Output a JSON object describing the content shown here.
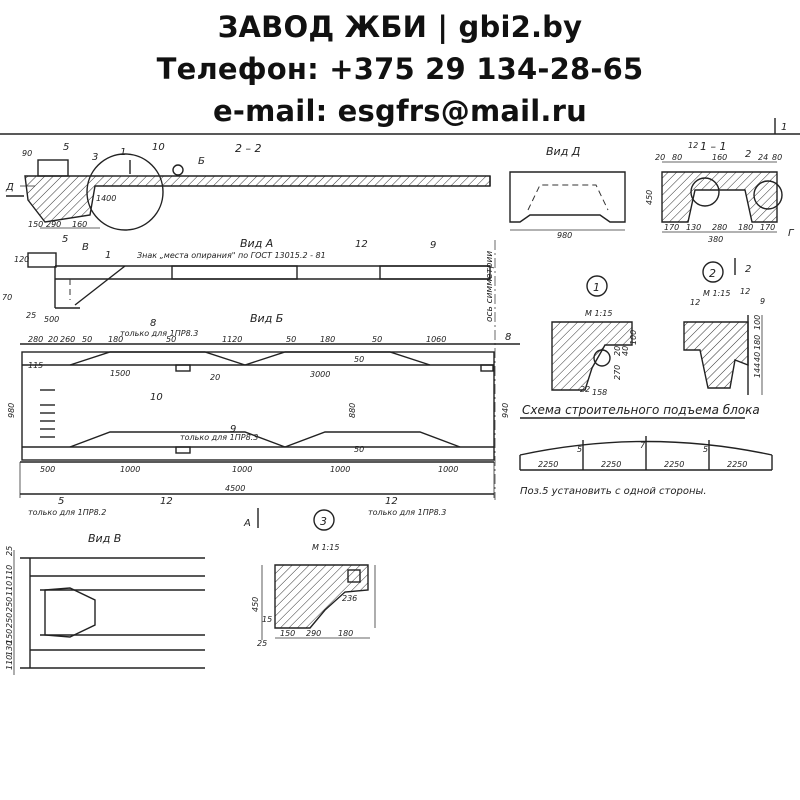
{
  "header": {
    "line1": "ЗАВОД ЖБИ | gbi2.by",
    "line2": "Телефон: +375 29 134-28-65",
    "line3": "e-mail: esgfrs@mail.ru"
  },
  "sheet_num": "1",
  "sections": {
    "sec_2_2": "2 – 2",
    "vid_a": "Вид А",
    "vid_b": "Вид Б",
    "vid_g": "Вид Д",
    "sec_1_1": "1 – 1",
    "vid_v": "Вид В",
    "node1": "1",
    "node2": "2",
    "node3": "3",
    "scale": "М 1:15",
    "lift_title": "Схема строительного подъема блока"
  },
  "notes": {
    "support_sign": "Знак „места опирания\" по ГОСТ 13015.2 - 81",
    "only_1pr83": "только для 1ПР8.3",
    "only_1pr82": "только для 1ПР8.2",
    "symmetry_axis": "ось симметрии",
    "pos5_note": "Поз.5 установить с одной стороны."
  },
  "letters": {
    "d": "Д",
    "b": "Б",
    "v": "В",
    "a": "А",
    "g": "Г"
  },
  "labels": {
    "p1": "1",
    "p2": "2",
    "p3": "3",
    "p5": "5",
    "p8": "8",
    "p9": "9",
    "p10": "10",
    "p12": "12"
  },
  "dims_sec22": {
    "d1400": "1400",
    "d150": "150",
    "d290": "290",
    "d160": "160",
    "d90": "90"
  },
  "dims_vidb_top": [
    "280",
    "20",
    "260",
    "50",
    "180",
    "50",
    "1120",
    "50",
    "180",
    "50",
    "1060"
  ],
  "dims_vidb": {
    "d1500": "1500",
    "d3000": "3000",
    "d880": "880",
    "d980": "980",
    "d940": "940",
    "d115": "115",
    "d50a": "50",
    "d50b": "50",
    "d20": "20",
    "b500": "500",
    "b1000a": "1000",
    "b1000b": "1000",
    "b1000c": "1000",
    "b4500": "4500"
  },
  "dims_misc": {
    "a500": "500",
    "a25": "25",
    "a120": "120",
    "a70": "70"
  },
  "dims_vidg": {
    "w980": "980"
  },
  "dims_sec11": {
    "top": [
      "20",
      "80",
      "160",
      "24",
      "80"
    ],
    "bot": [
      "170",
      "130",
      "280",
      "180",
      "170"
    ],
    "h450": "450",
    "w380": "380"
  },
  "dims_node1": {
    "d22": "22",
    "d158": "158",
    "d270": "270",
    "d100": "100",
    "d40": "40",
    "d20": "20"
  },
  "dims_node2": {
    "d100": "100",
    "d180": "180",
    "d40": "40",
    "d144": "144"
  },
  "dims_node3": {
    "d150": "150",
    "d290": "290",
    "d180": "180",
    "d450": "450",
    "d25": "25",
    "d236": "236",
    "d15": "15"
  },
  "dims_vidv": [
    "25",
    "110",
    "110",
    "250",
    "250",
    "150",
    "130",
    "110"
  ],
  "lift_spans": [
    "2250",
    "2250",
    "2250",
    "2250"
  ],
  "lift_marks": [
    "5",
    "7",
    "5"
  ]
}
